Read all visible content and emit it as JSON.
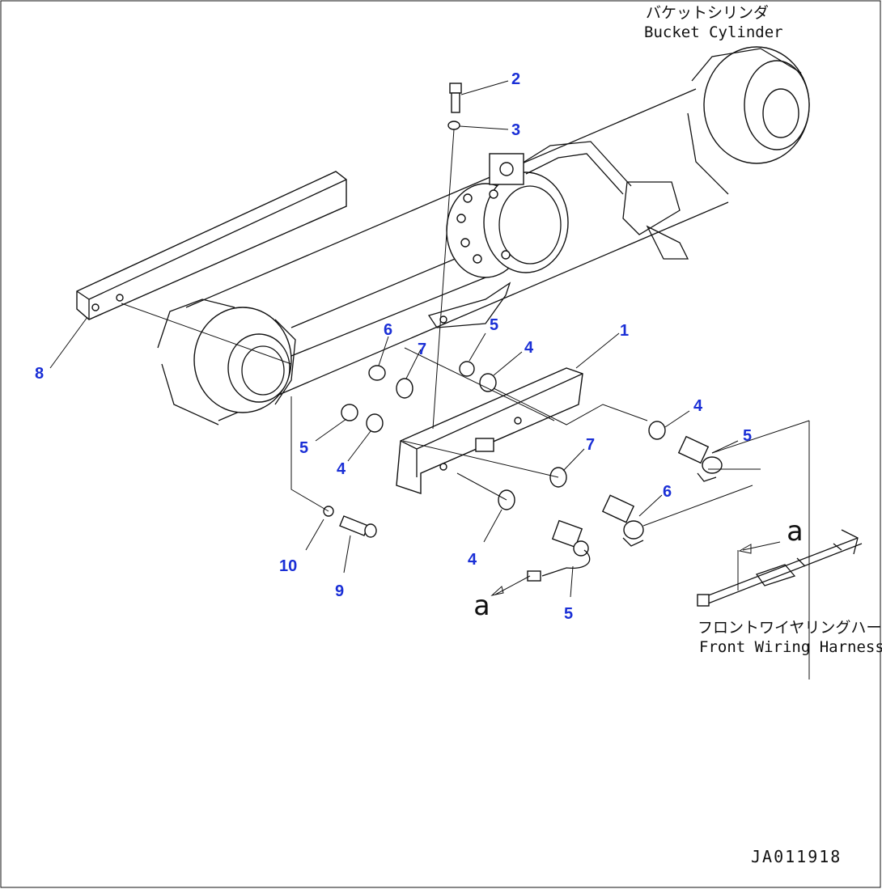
{
  "labels": {
    "bucket_cylinder_jp": "バケットシリンダ",
    "bucket_cylinder_en": "Bucket Cylinder",
    "front_harness_jp": "フロントワイヤリングハーネス",
    "front_harness_en": "Front Wiring Harness",
    "figure_code": "JA011918",
    "ref_letter_a": "a"
  },
  "callouts": [
    {
      "id": "c2",
      "number": "2"
    },
    {
      "id": "c3",
      "number": "3"
    },
    {
      "id": "c1",
      "number": "1"
    },
    {
      "id": "c8",
      "number": "8"
    },
    {
      "id": "c6a",
      "number": "6"
    },
    {
      "id": "c7a",
      "number": "7"
    },
    {
      "id": "c5a",
      "number": "5"
    },
    {
      "id": "c4a",
      "number": "4"
    },
    {
      "id": "c4b",
      "number": "4"
    },
    {
      "id": "c5b",
      "number": "5"
    },
    {
      "id": "c5c",
      "number": "5"
    },
    {
      "id": "c4c",
      "number": "4"
    },
    {
      "id": "c7b",
      "number": "7"
    },
    {
      "id": "c6b",
      "number": "6"
    },
    {
      "id": "c4d",
      "number": "4"
    },
    {
      "id": "c10",
      "number": "10"
    },
    {
      "id": "c9",
      "number": "9"
    },
    {
      "id": "c5d",
      "number": "5"
    }
  ],
  "colors": {
    "callout": "#1a2fd6",
    "line": "#111111"
  }
}
